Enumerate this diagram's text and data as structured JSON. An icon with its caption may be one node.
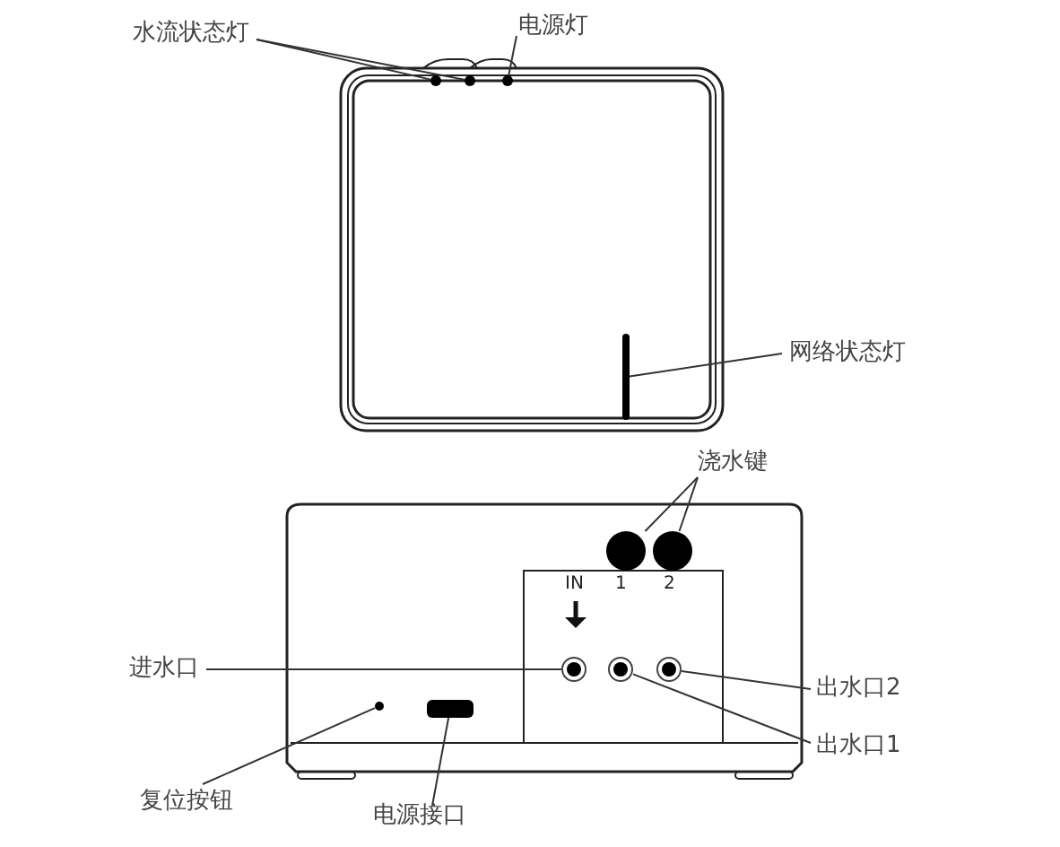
{
  "diagram": {
    "nodes": [
      {
        "text": [
          "水流状态灯"
        ]
      },
      {
        "text": [
          "电源灯"
        ]
      },
      {
        "text": [
          "网络状态灯"
        ]
      },
      {
        "text": [
          "浇水键"
        ]
      },
      {
        "text": [
          "进水口"
        ]
      },
      {
        "text": [
          "出水口2"
        ]
      },
      {
        "text": [
          "出水口1"
        ]
      },
      {
        "text": [
          "复位按钮"
        ]
      },
      {
        "text": [
          "电源接口"
        ]
      },
      {
        "text": [],
        "shape": "circle"
      },
      {
        "text": [],
        "shape": "circle"
      },
      {
        "text": [],
        "shape": "circle"
      },
      {
        "text": [],
        "shape": "bar"
      },
      {
        "text": [],
        "shape": "circle"
      },
      {
        "text": [],
        "shape": "circle"
      },
      {
        "text": [],
        "shape": "circle"
      },
      {
        "text": [],
        "shape": "circle"
      },
      {
        "text": [],
        "shape": "circle"
      },
      {
        "text": [],
        "shape": "circle"
      },
      {
        "text": [],
        "shape": "bar"
      }
    ],
    "edges": [
      {
        "from": 0,
        "to": 9,
        "arrow": "none"
      },
      {
        "from": 0,
        "to": 10,
        "arrow": "none"
      },
      {
        "from": 1,
        "to": 11,
        "arrow": "none"
      },
      {
        "from": 2,
        "to": 12,
        "arrow": "none"
      },
      {
        "from": 3,
        "to": 13,
        "arrow": "none"
      },
      {
        "from": 3,
        "to": 14,
        "arrow": "none"
      },
      {
        "from": 4,
        "to": 15,
        "arrow": "none"
      },
      {
        "from": 5,
        "to": 17,
        "arrow": "none"
      },
      {
        "from": 6,
        "to": 16,
        "arrow": "none"
      },
      {
        "from": 7,
        "to": 18,
        "arrow": "none"
      },
      {
        "from": 8,
        "to": 19,
        "arrow": "none"
      }
    ],
    "labels": [
      "IN",
      "1",
      "2"
    ]
  }
}
